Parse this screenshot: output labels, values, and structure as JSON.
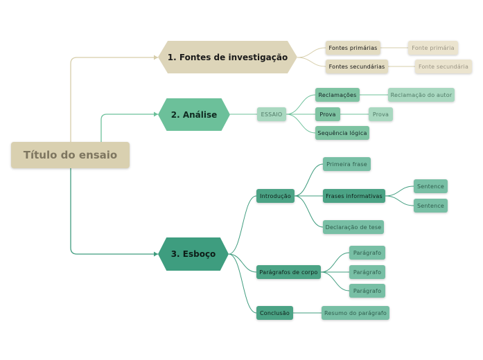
{
  "colors": {
    "tan": "#d9d0b0",
    "tan_line": "#d6cda9",
    "green_light": "#6cc09a",
    "green_dark": "#3e9d7f",
    "line_green": "#3f9c7e"
  },
  "root": {
    "label": "Título do ensaio"
  },
  "branches": [
    {
      "label": "1. Fontes de investigação",
      "children": [
        {
          "label": "Fontes primárias",
          "children": [
            {
              "label": "Fonte primária"
            }
          ]
        },
        {
          "label": "Fontes secundárias",
          "children": [
            {
              "label": "Fonte secundária"
            }
          ]
        }
      ]
    },
    {
      "label": "2. Análise",
      "children": [
        {
          "label": "ESSAIO",
          "children": [
            {
              "label": "Reclamações",
              "children": [
                {
                  "label": "Reclamação do autor"
                }
              ]
            },
            {
              "label": "Prova",
              "children": [
                {
                  "label": "Prova"
                }
              ]
            },
            {
              "label": "Sequência lógica"
            }
          ]
        }
      ]
    },
    {
      "label": "3. Esboço",
      "children": [
        {
          "label": "Introdução",
          "children": [
            {
              "label": "Primeira frase"
            },
            {
              "label": "Frases informativas",
              "children": [
                {
                  "label": "Sentence"
                },
                {
                  "label": "Sentence"
                }
              ]
            },
            {
              "label": "Declaração de tese"
            }
          ]
        },
        {
          "label": "Parágrafos de corpo",
          "children": [
            {
              "label": "Parágrafo"
            },
            {
              "label": "Parágrafo"
            },
            {
              "label": "Parágrafo"
            }
          ]
        },
        {
          "label": "Conclusão",
          "children": [
            {
              "label": "Resumo do parágrafo"
            }
          ]
        }
      ]
    }
  ]
}
